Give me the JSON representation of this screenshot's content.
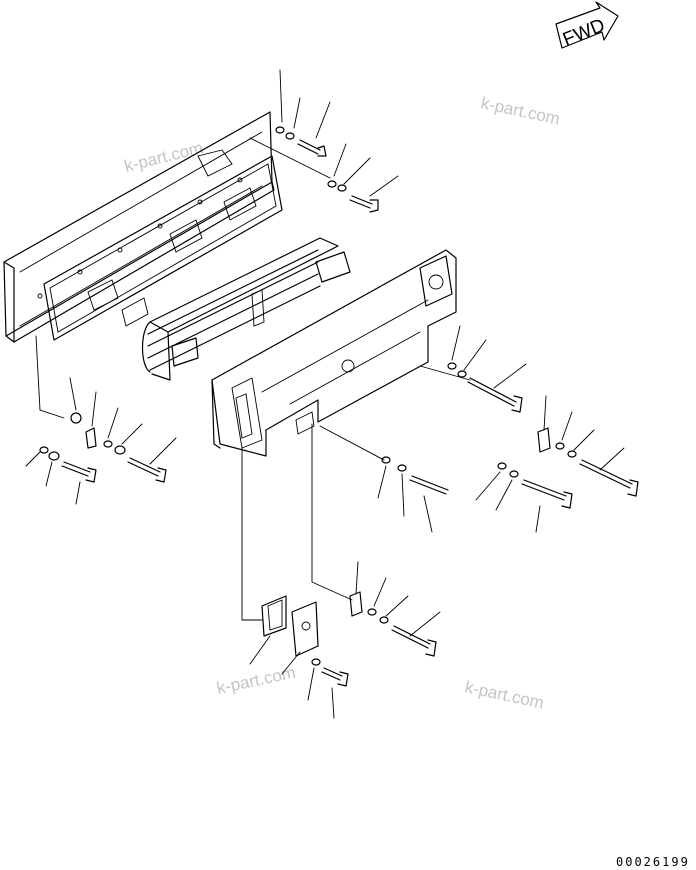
{
  "direction_label": "FWD",
  "watermarks": [
    "k-part.com",
    "k-part.com",
    "k-part.com",
    "k-part.com"
  ],
  "drawing_number": "00026199"
}
